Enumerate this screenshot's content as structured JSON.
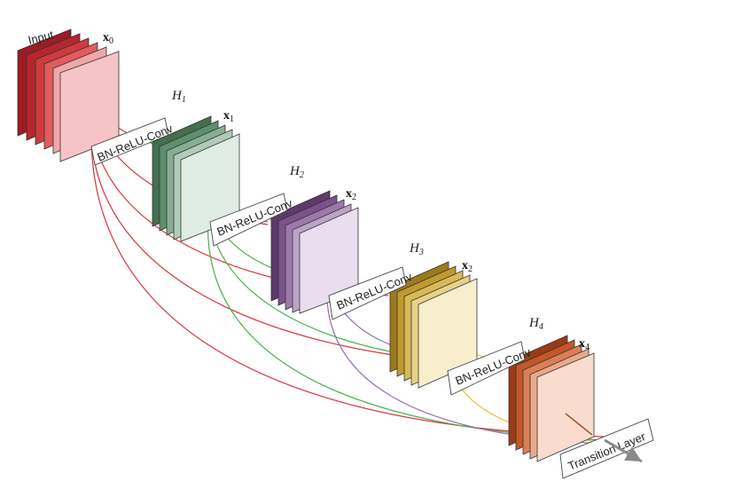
{
  "input_label": "Input",
  "colors": {
    "red": "#d9343a",
    "green": "#4caf50",
    "purple": "#9b6db0",
    "yellow": "#e8c22a",
    "gray": "#8a8a8a"
  },
  "stages": [
    {
      "x_label": "x",
      "x_sub": "0",
      "h_label": "",
      "h_sub": "",
      "frame_colors": [
        "#9c1c24",
        "#b8262d",
        "#cf3b3e",
        "#e25b5d",
        "#f0a7a8"
      ],
      "front_color": "#f6c4c6"
    },
    {
      "x_label": "x",
      "x_sub": "1",
      "h_label": "H",
      "h_sub": "1",
      "frame_colors": [
        "#41704f",
        "#5f8f6d",
        "#86ae92",
        "#b0ccb9",
        "#cfe0d4"
      ],
      "front_color": "#dfece3"
    },
    {
      "x_label": "x",
      "x_sub": "2",
      "h_label": "H",
      "h_sub": "2",
      "frame_colors": [
        "#5e3a6a",
        "#7c528c",
        "#9c78ab",
        "#bca3c8",
        "#d8c7df"
      ],
      "front_color": "#e9ddef"
    },
    {
      "x_label": "x",
      "x_sub": "2",
      "h_label": "H",
      "h_sub": "3",
      "frame_colors": [
        "#9e7a1a",
        "#c19a2e",
        "#d9b955",
        "#e9d188",
        "#f3e3b1"
      ],
      "front_color": "#f8eece"
    },
    {
      "x_label": "x",
      "x_sub": "4",
      "h_label": "H",
      "h_sub": "4",
      "frame_colors": [
        "#9b3b16",
        "#c3582a",
        "#db7f55",
        "#eaa988",
        "#f4cbb6"
      ],
      "front_color": "#f9dccd"
    }
  ],
  "conv_boxes": [
    {
      "label": "BN-ReLU-Conv"
    },
    {
      "label": "BN-ReLU-Conv"
    },
    {
      "label": "BN-ReLU-Conv"
    },
    {
      "label": "BN-ReLU-Conv"
    }
  ],
  "transition_label": "Transition Layer"
}
